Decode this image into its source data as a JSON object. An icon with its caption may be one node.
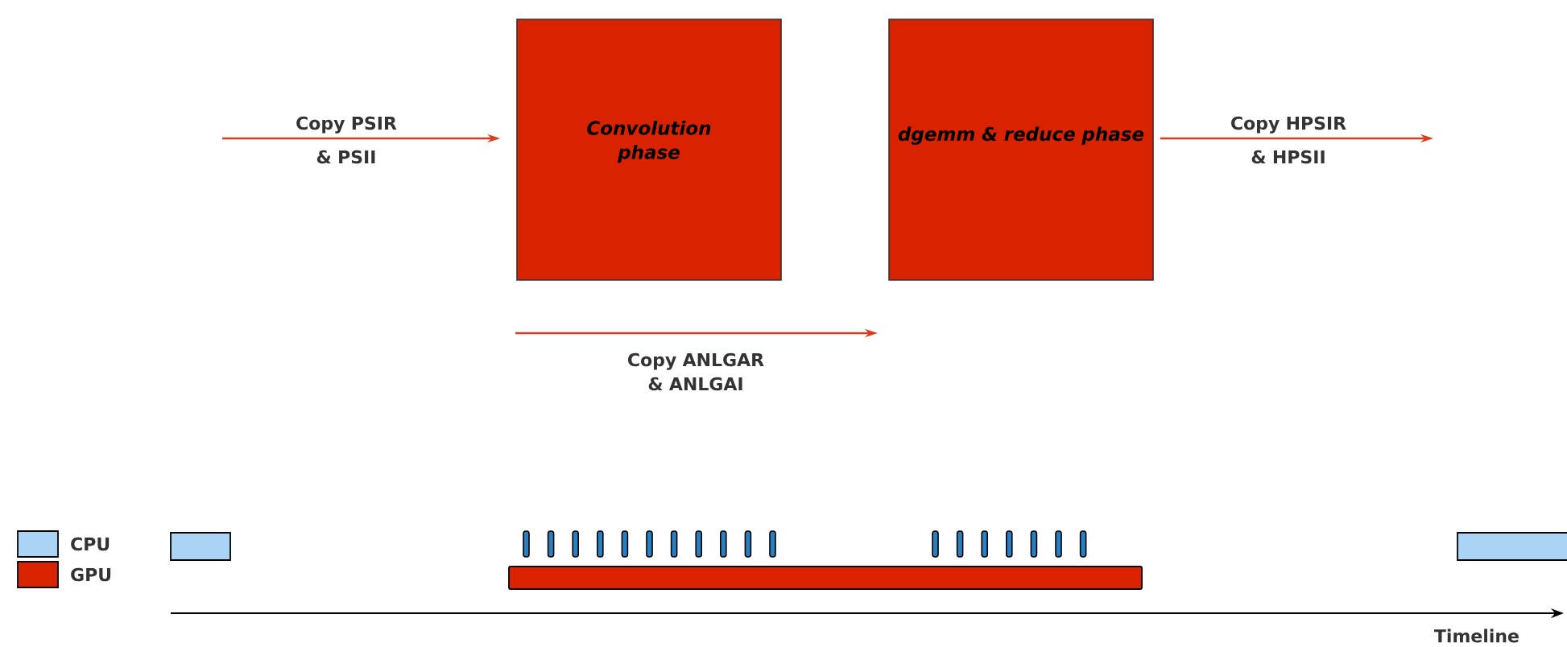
{
  "diagram": {
    "nodes": [
      {
        "text": [
          "Convolution phase"
        ]
      },
      {
        "text": [
          "dgemm & reduce phase"
        ]
      }
    ],
    "edges": [
      {
        "from": null,
        "to": 0,
        "arrow": "to",
        "label": "Copy PSIR & PSII"
      },
      {
        "from": 1,
        "to": null,
        "arrow": "to",
        "label": "Copy HPSIR & HPSII"
      }
    ],
    "labels": [
      "Copy ANLGAR & ANLGAI",
      "Timeline"
    ],
    "legend": [
      {
        "text": "CPU",
        "color": "#a9d4f5"
      },
      {
        "text": "GPU",
        "color": "#d92200"
      }
    ]
  }
}
